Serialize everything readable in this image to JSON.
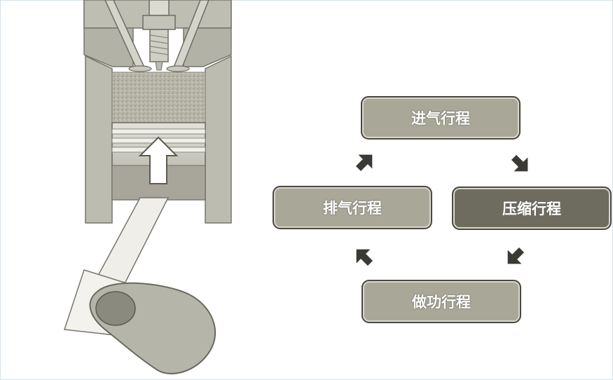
{
  "cycle": {
    "intake": "进气行程",
    "compression": "压缩行程",
    "power": "做功行程",
    "exhaust": "排气行程"
  },
  "colors": {
    "box_light": "#a9a898",
    "box_dark": "#6e6c5f",
    "arrow": "#3a3934"
  }
}
